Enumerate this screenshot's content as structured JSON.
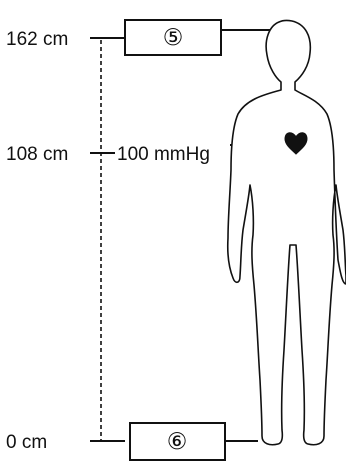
{
  "heights": {
    "top": "162 cm",
    "middle": "108 cm",
    "bottom": "0 cm"
  },
  "pressure_label": "100 mmHg",
  "boxes": {
    "top": "⑤",
    "bottom": "⑥"
  },
  "colors": {
    "ink": "#111111",
    "heart": "#111111",
    "background": "#ffffff"
  }
}
